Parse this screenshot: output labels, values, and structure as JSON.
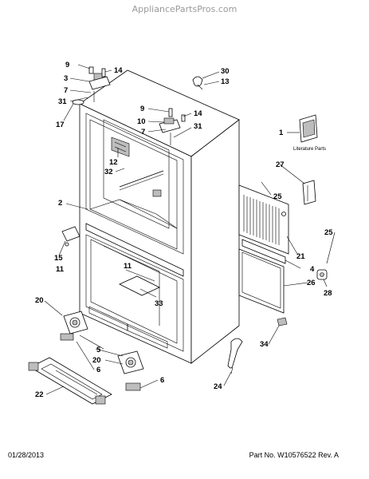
{
  "watermark": "AppliancePartsPros.com",
  "footer": {
    "date": "01/28/2013",
    "part_number": "Part No.  W10576522  Rev. A"
  },
  "literature_label": "Literature Parts",
  "callouts": {
    "c9a": "9",
    "c14a": "14",
    "c3": "3",
    "c7a": "7",
    "c31a": "31",
    "c17": "17",
    "c30": "30",
    "c13": "13",
    "c9b": "9",
    "c14b": "14",
    "c10": "10",
    "c7b": "7",
    "c31b": "31",
    "c1": "1",
    "c12": "12",
    "c32": "32",
    "c2": "2",
    "c27": "27",
    "c25a": "25",
    "c25b": "25",
    "c21": "21",
    "c4": "4",
    "c26": "26",
    "c28": "28",
    "c15": "15",
    "c11a": "11",
    "c11b": "11",
    "c33": "33",
    "c20a": "20",
    "c5": "5",
    "c20b": "20",
    "c6a": "6",
    "c6b": "6",
    "c22": "22",
    "c24": "24",
    "c34": "34"
  }
}
